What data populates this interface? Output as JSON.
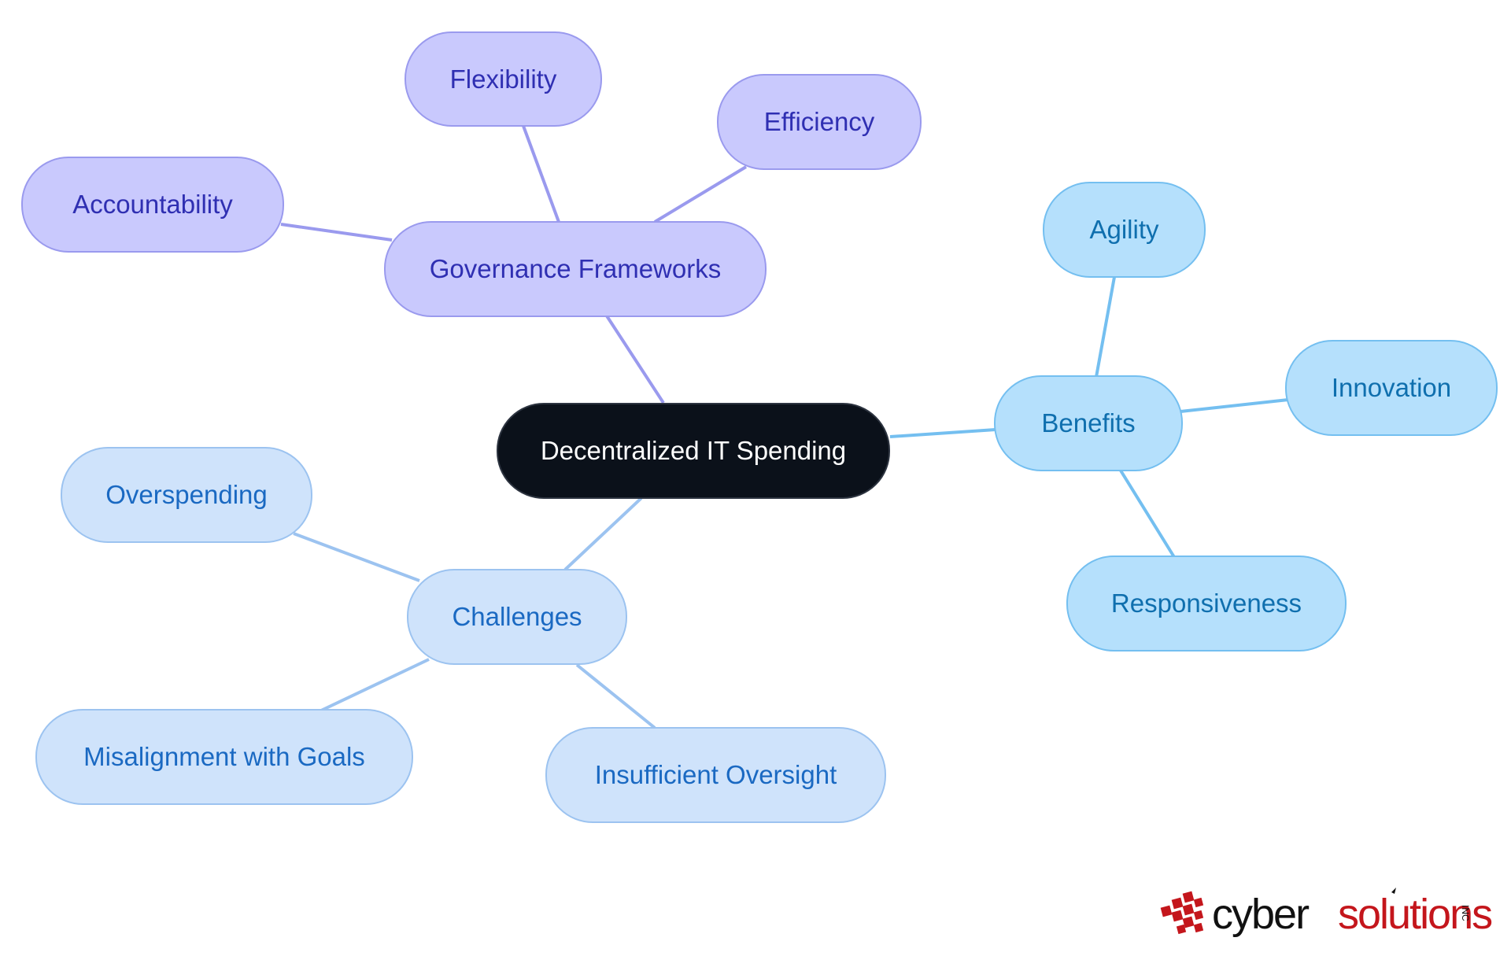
{
  "diagram": {
    "root": "Decentralized IT Spending",
    "branches": [
      {
        "key": "governance",
        "label": "Governance Frameworks",
        "color": "#9a9aee",
        "children": [
          "Flexibility",
          "Efficiency",
          "Accountability"
        ]
      },
      {
        "key": "benefits",
        "label": "Benefits",
        "color": "#74bff0",
        "children": [
          "Agility",
          "Innovation",
          "Responsiveness"
        ]
      },
      {
        "key": "challenges",
        "label": "Challenges",
        "color": "#9cc3f0",
        "children": [
          "Overspending",
          "Misalignment with Goals",
          "Insufficient Oversight"
        ]
      }
    ]
  },
  "logo": {
    "word_dark": "cyber",
    "word_red": "solutions",
    "suffix": "INC",
    "colors": {
      "dark": "#111111",
      "red": "#c4161c"
    }
  }
}
